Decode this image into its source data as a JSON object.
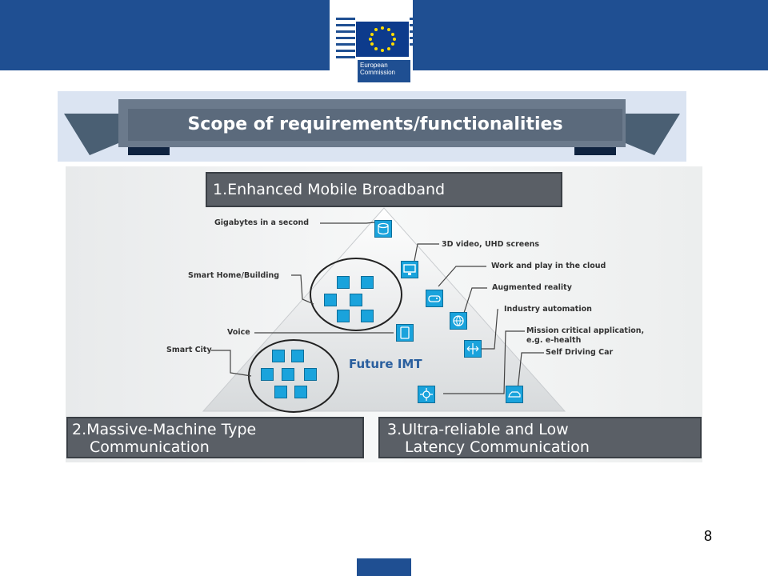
{
  "header": {
    "logo_line1": "European",
    "logo_line2": "Commission"
  },
  "slide": {
    "title": "Scope of requirements/functionalities",
    "page_number": "8"
  },
  "diagram": {
    "center_label": "Future IMT",
    "corners": {
      "top_line1": "1.Enhanced Mobile Broadband",
      "bottom_left_line1": "2.Massive-Machine Type",
      "bottom_left_line2": "Communication",
      "bottom_right_line1": "3.Ultra-reliable and Low",
      "bottom_right_line2": "Latency Communication"
    },
    "labels": {
      "gigabytes": "Gigabytes in a second",
      "video": "3D video, UHD screens",
      "cloud": "Work and play in the cloud",
      "ar": "Augmented reality",
      "industry": "Industry automation",
      "mission1": "Mission critical application,",
      "mission2": "e.g. e-health",
      "car": "Self Driving Car",
      "smarthome": "Smart Home/Building",
      "voice": "Voice",
      "smartcity": "Smart City"
    },
    "icons": [
      "database-icon",
      "monitor-icon",
      "gamepad-icon",
      "globe-icon",
      "tablet-icon",
      "arrows-icon",
      "robot-arm-icon",
      "car-icon",
      "home-icon",
      "city-icon"
    ],
    "colors": {
      "icon_fill": "#1aa3dc",
      "box_fill": "#5a5f66",
      "brand_blue": "#1f4f92"
    }
  }
}
